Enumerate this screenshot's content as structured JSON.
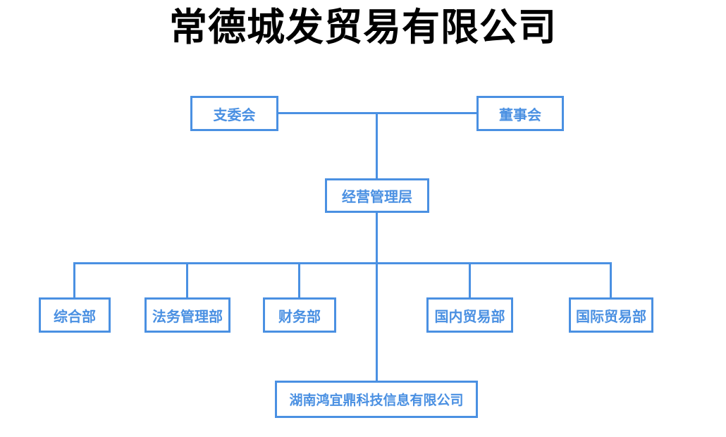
{
  "title": "常德城发贸易有限公司",
  "org_chart": {
    "nodes": [
      {
        "id": "branch-committee",
        "label": "支委会"
      },
      {
        "id": "board-of-directors",
        "label": "董事会"
      },
      {
        "id": "management-level",
        "label": "经营管理层"
      },
      {
        "id": "general-dept",
        "label": "综合部"
      },
      {
        "id": "legal-management-dept",
        "label": "法务管理部"
      },
      {
        "id": "finance-dept",
        "label": "财务部"
      },
      {
        "id": "domestic-trade-dept",
        "label": "国内贸易部"
      },
      {
        "id": "international-trade-dept",
        "label": "国际贸易部"
      },
      {
        "id": "subsidiary-company",
        "label": "湖南鸿宜鼎科技信息有限公司"
      }
    ]
  },
  "colors": {
    "line_and_text_blue": "#4a90e2",
    "node_background": "#ffffff",
    "title_black": "#000000",
    "page_background": "#ffffff"
  }
}
